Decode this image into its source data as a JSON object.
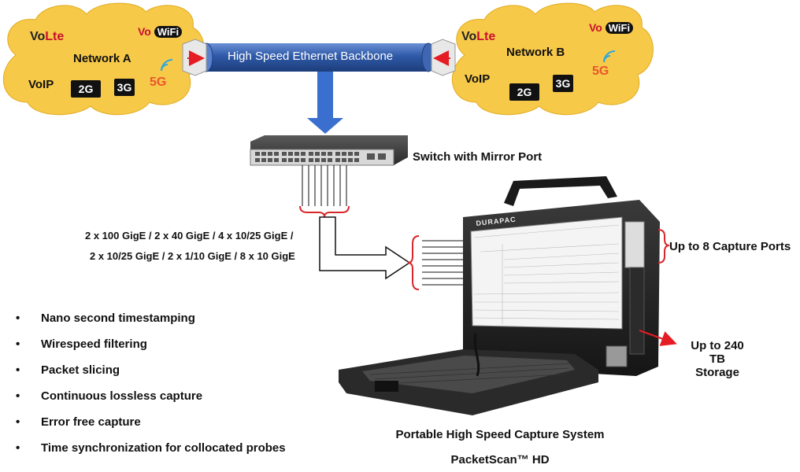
{
  "network_a": {
    "label": "Network A",
    "volte_prefix": "Vo",
    "volte_suffix": "Lte",
    "wifi_prefix": "Vo",
    "wifi_label": "WiFi",
    "voip": "VoIP",
    "g2": "2G",
    "g3": "3G",
    "g5": "5G"
  },
  "network_b": {
    "label": "Network B",
    "volte_prefix": "Vo",
    "volte_suffix": "Lte",
    "wifi_prefix": "Vo",
    "wifi_label": "WiFi",
    "voip": "VoIP",
    "g2": "2G",
    "g3": "3G",
    "g5": "5G"
  },
  "backbone": {
    "label": "High Speed Ethernet Backbone"
  },
  "switch": {
    "label": "Switch with Mirror Port"
  },
  "links": {
    "line1": "2 x 100 GigE / 2 x 40 GigE / 4 x 10/25 GigE /",
    "line2": "2 x 10/25 GigE / 2 x 1/10 GigE / 8 x 10 GigE"
  },
  "device": {
    "brand": "DURAPAC",
    "capture_ports": "Up to 8 Capture Ports",
    "storage_line1": "Up to 240 TB",
    "storage_line2": "Storage",
    "caption_line1": "Portable High Speed Capture System",
    "caption_line2": "PacketScan™ HD"
  },
  "features": [
    "Nano second timestamping",
    "Wirespeed filtering",
    "Packet slicing",
    "Continuous lossless capture",
    "Error free capture",
    "Time synchronization for collocated probes"
  ],
  "bullet": "•",
  "colors": {
    "cloud": "#f7c948",
    "backbone": "#2f5aa8",
    "arrow": "#3a6fcf",
    "bracket": "#d9262a"
  }
}
